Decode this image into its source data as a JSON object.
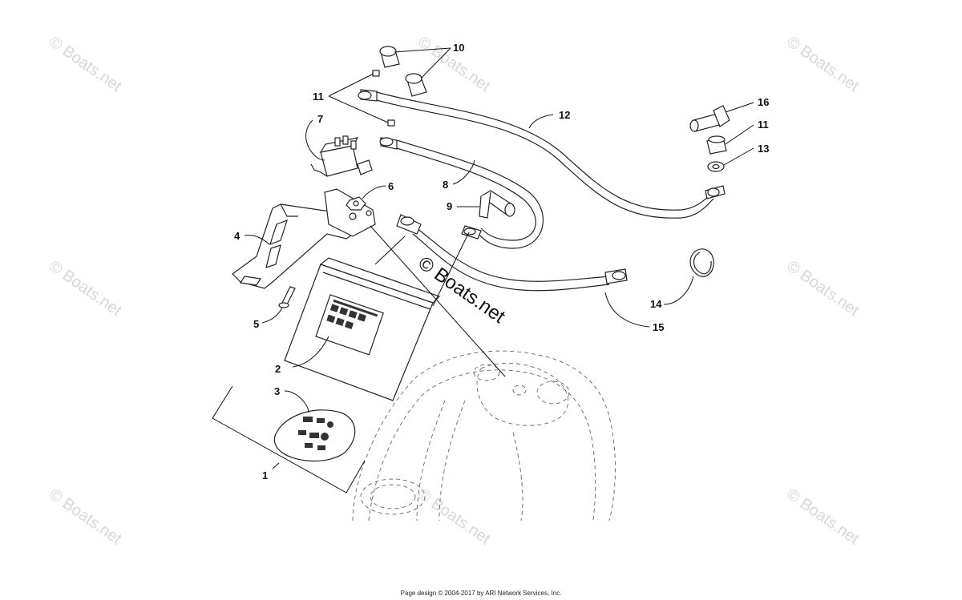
{
  "watermark": {
    "text": "© Boats.net"
  },
  "footer": {
    "text": "Page design © 2004-2017 by ARI Network Services, Inc."
  },
  "callouts": [
    {
      "id": "1",
      "label": "1"
    },
    {
      "id": "2",
      "label": "2"
    },
    {
      "id": "3",
      "label": "3"
    },
    {
      "id": "4",
      "label": "4"
    },
    {
      "id": "5",
      "label": "5"
    },
    {
      "id": "6",
      "label": "6"
    },
    {
      "id": "7",
      "label": "7"
    },
    {
      "id": "8",
      "label": "8"
    },
    {
      "id": "9",
      "label": "9"
    },
    {
      "id": "10",
      "label": "10"
    },
    {
      "id": "11a",
      "label": "11"
    },
    {
      "id": "11b",
      "label": "11"
    },
    {
      "id": "12",
      "label": "12"
    },
    {
      "id": "13",
      "label": "13"
    },
    {
      "id": "14",
      "label": "14"
    },
    {
      "id": "15",
      "label": "15"
    },
    {
      "id": "16",
      "label": "16"
    }
  ]
}
